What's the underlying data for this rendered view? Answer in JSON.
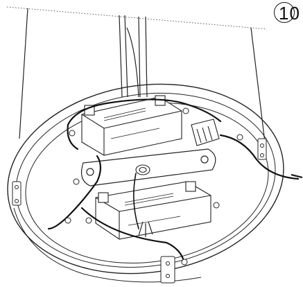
{
  "figure": {
    "step_number": "10",
    "parts": [
      "ceiling-rods",
      "fixture-housing-ring",
      "mounting-plate",
      "upper-led-driver",
      "lower-led-driver",
      "terminal-block",
      "power-cable",
      "cable-gland",
      "ground-wire",
      "mounting-screws",
      "ring-clips"
    ]
  }
}
